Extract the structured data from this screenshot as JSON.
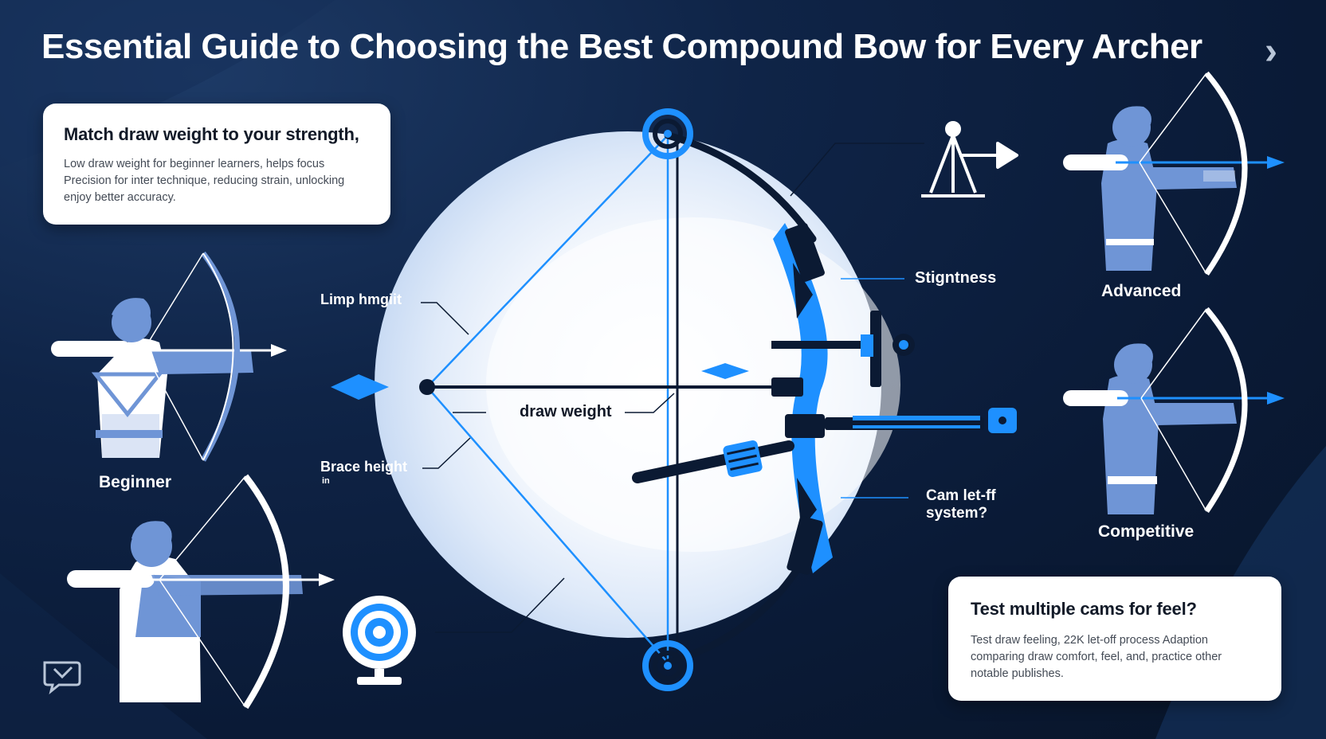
{
  "title": "Essential Guide to Choosing the Best Compound Bow for Every Archer",
  "nav": {
    "next_icon": "chevron-right-icon",
    "next_glyph": "›"
  },
  "card_top": {
    "heading": "Match draw weight to your strength,",
    "body": "Low draw weight for beginner learners, helps focus Precision for inter technique, reducing strain, unlocking enjoy better accuracy."
  },
  "card_bottom": {
    "heading": "Test multiple cams for feel?",
    "body": "Test draw feeling, 22K let-off process Adaption comparing draw comfort, feel, and, practice other notable publishes."
  },
  "diagram_labels": {
    "limb_height": "Limp hmgiit",
    "brace_height": "Brace height",
    "brace_sub": "in",
    "draw_weight": "draw weight",
    "stiffness": "Stigntness",
    "cam_system": "Cam let-ff\nsystem?"
  },
  "levels": {
    "beginner": "Beginner",
    "advanced": "Advanced",
    "competitive": "Competitive"
  },
  "colors": {
    "background": "#0b1a33",
    "accent": "#1e90ff",
    "figure": "#6f95d6",
    "card": "#ffffff"
  },
  "icons": [
    "chevron-right-icon",
    "balance-icon",
    "target-icon",
    "cursor-icon"
  ]
}
